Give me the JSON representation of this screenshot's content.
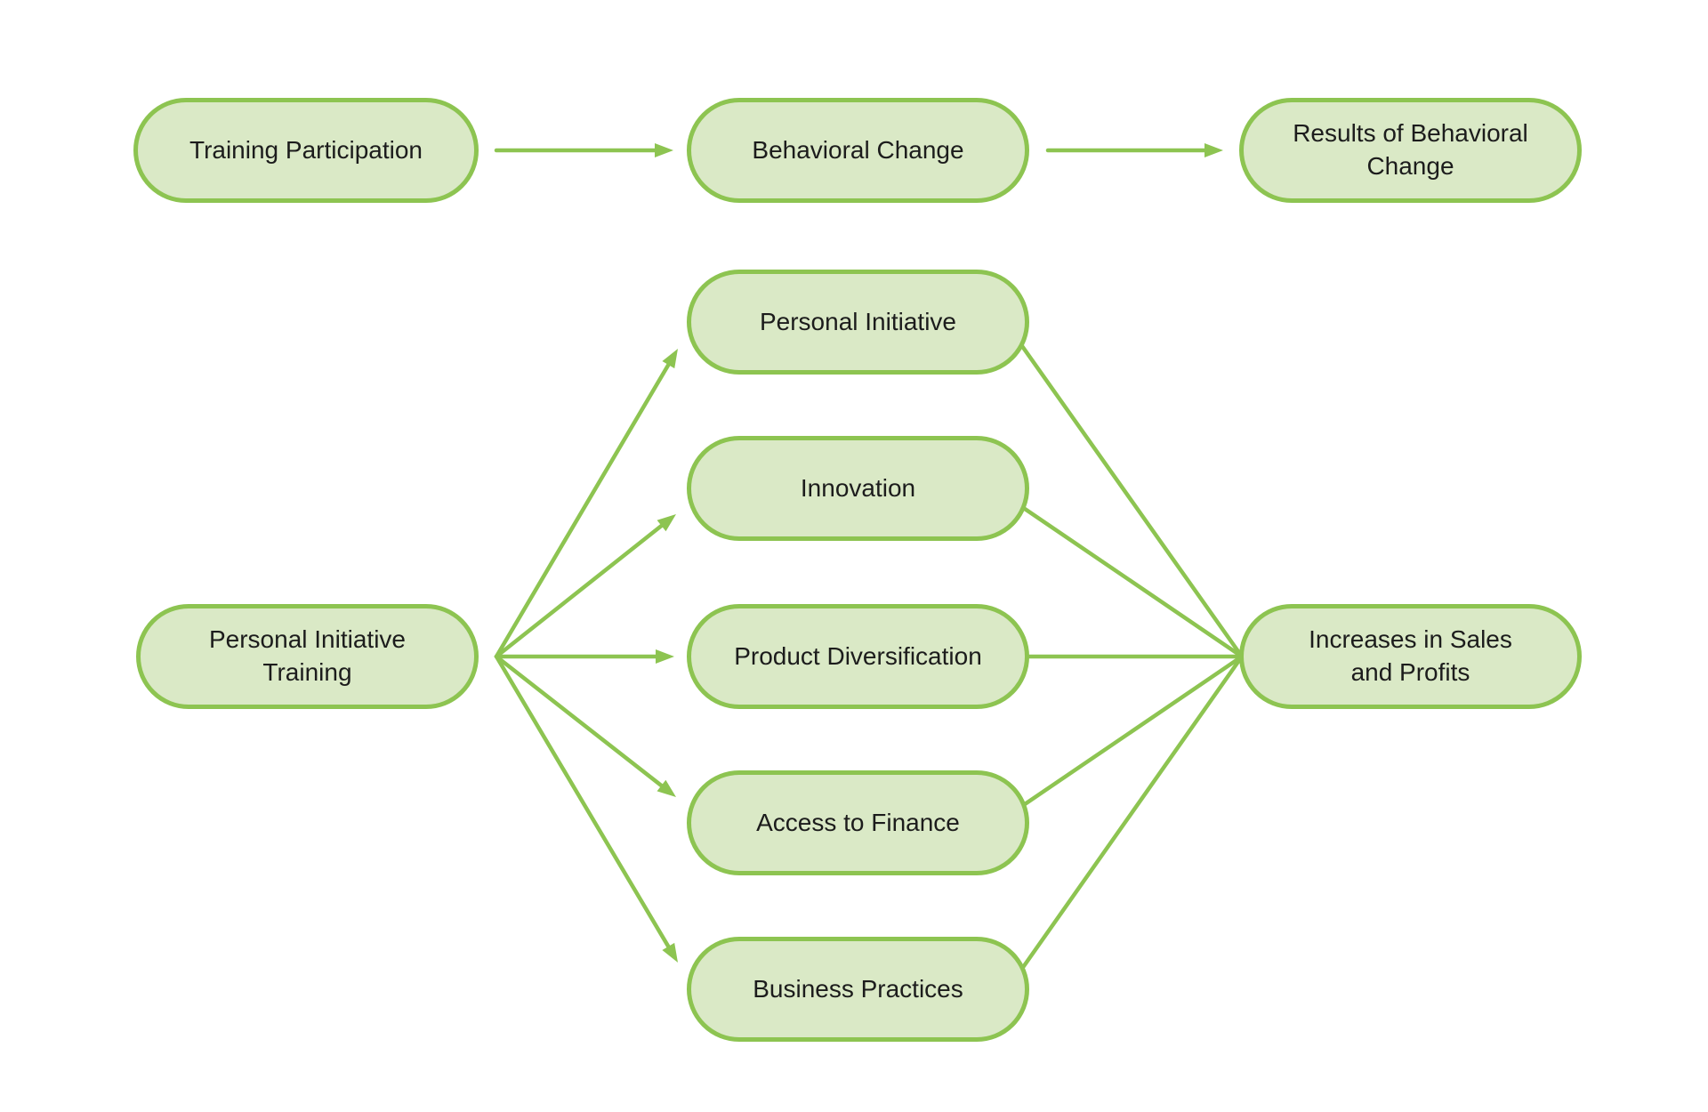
{
  "page": {
    "background": "#ffffff"
  },
  "colors": {
    "background": "#ffffff",
    "node_fill": "#dae9c6",
    "node_border": "#8dc451",
    "connector": "#8dc451",
    "text": "#1c1c1c"
  },
  "nodes": [
    {
      "id": "training-participation",
      "label": "Training Participation"
    },
    {
      "id": "behavioral-change",
      "label": "Behavioral Change"
    },
    {
      "id": "results-of-behavioral-change",
      "label": "Results of Behavioral\nChange"
    },
    {
      "id": "personal-initiative-training",
      "label": "Personal Initiative\nTraining"
    },
    {
      "id": "personal-initiative",
      "label": "Personal Initiative"
    },
    {
      "id": "innovation",
      "label": "Innovation"
    },
    {
      "id": "product-diversification",
      "label": "Product Diversification"
    },
    {
      "id": "access-to-finance",
      "label": "Access to Finance"
    },
    {
      "id": "business-practices",
      "label": "Business Practices"
    },
    {
      "id": "increases-in-sales-and-profits",
      "label": "Increases in Sales\nand Profits"
    }
  ],
  "edges": [
    {
      "from": "training-participation",
      "to": "behavioral-change",
      "arrow": true
    },
    {
      "from": "behavioral-change",
      "to": "results-of-behavioral-change",
      "arrow": true
    },
    {
      "from": "personal-initiative-training",
      "to": "personal-initiative",
      "arrow": true
    },
    {
      "from": "personal-initiative-training",
      "to": "innovation",
      "arrow": true
    },
    {
      "from": "personal-initiative-training",
      "to": "product-diversification",
      "arrow": true
    },
    {
      "from": "personal-initiative-training",
      "to": "access-to-finance",
      "arrow": true
    },
    {
      "from": "personal-initiative-training",
      "to": "business-practices",
      "arrow": true
    },
    {
      "from": "personal-initiative",
      "to": "increases-in-sales-and-profits",
      "arrow": false
    },
    {
      "from": "innovation",
      "to": "increases-in-sales-and-profits",
      "arrow": false
    },
    {
      "from": "product-diversification",
      "to": "increases-in-sales-and-profits",
      "arrow": false
    },
    {
      "from": "access-to-finance",
      "to": "increases-in-sales-and-profits",
      "arrow": false
    },
    {
      "from": "business-practices",
      "to": "increases-in-sales-and-profits",
      "arrow": false
    }
  ]
}
